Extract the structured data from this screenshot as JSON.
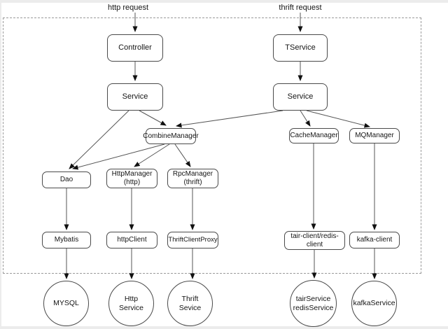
{
  "diagram": {
    "title": "layered service architecture diagram",
    "colors": {
      "background": "#ffffff",
      "line": "#555555",
      "arrowhead": "#111111",
      "node_border": "#4a4a4a",
      "boundary_dashed": "#999999",
      "page_edge": "#ececec"
    },
    "top_labels": {
      "http_request": "http request",
      "thrift_request": "thrift request"
    },
    "nodes": {
      "controller": "Controller",
      "tservice": "TService",
      "service_http": "Service",
      "service_thrift": "Service",
      "combine_manager": "CombineManager",
      "cache_manager": "CacheManager",
      "mq_manager": "MQManager",
      "dao": "Dao",
      "http_manager": "HttpManager\n(http)",
      "rpc_manager": "RpcManager\n(thrift)",
      "mybatis": "Mybatis",
      "http_client": "httpClient",
      "thrift_client_proxy": "ThriftClientProxy",
      "tair_redis_client": "tair-client/redis-\nclient",
      "kafka_client": "kafka-client"
    },
    "circles": {
      "mysql": "MYSQL",
      "http_service": "Http\nService",
      "thrift_service": "Thrift\nSevice",
      "tair_redis_service": "tairService\nredisService",
      "kafka_service": "kafkaService"
    },
    "edges": [
      {
        "from": "http_request",
        "to": "controller"
      },
      {
        "from": "controller",
        "to": "service_http"
      },
      {
        "from": "thrift_request",
        "to": "tservice"
      },
      {
        "from": "tservice",
        "to": "service_thrift"
      },
      {
        "from": "service_http",
        "to": "combine_manager"
      },
      {
        "from": "service_http",
        "to": "dao"
      },
      {
        "from": "service_thrift",
        "to": "combine_manager"
      },
      {
        "from": "service_thrift",
        "to": "cache_manager"
      },
      {
        "from": "service_thrift",
        "to": "mq_manager"
      },
      {
        "from": "combine_manager",
        "to": "dao"
      },
      {
        "from": "combine_manager",
        "to": "http_manager"
      },
      {
        "from": "combine_manager",
        "to": "rpc_manager"
      },
      {
        "from": "dao",
        "to": "mybatis"
      },
      {
        "from": "http_manager",
        "to": "http_client"
      },
      {
        "from": "rpc_manager",
        "to": "thrift_client_proxy"
      },
      {
        "from": "cache_manager",
        "to": "tair_redis_client"
      },
      {
        "from": "mq_manager",
        "to": "kafka_client"
      },
      {
        "from": "mybatis",
        "to": "mysql"
      },
      {
        "from": "http_client",
        "to": "http_service"
      },
      {
        "from": "thrift_client_proxy",
        "to": "thrift_service"
      },
      {
        "from": "tair_redis_client",
        "to": "tair_redis_service"
      },
      {
        "from": "kafka_client",
        "to": "kafka_service"
      }
    ]
  }
}
